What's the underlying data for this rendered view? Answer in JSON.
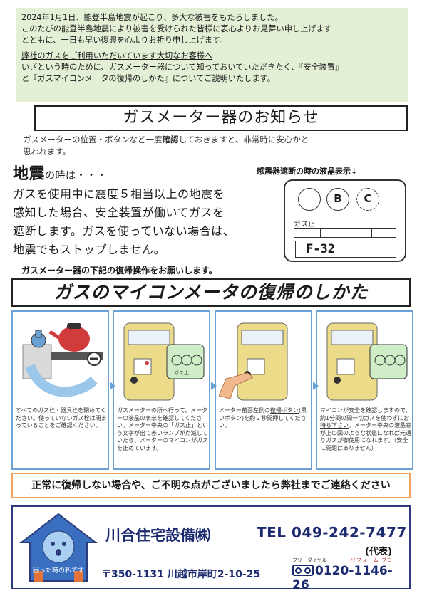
{
  "intro": {
    "line1": "2024年1月1日、能登半島地震が起こり、多大な被害をもたらしました。",
    "line2": "このたびの能登半島地震により被害を受けられた皆様に衷心よりお見舞い申し上げます",
    "line3": "とともに、一日も早い復興を心よりお祈り申し上げます。",
    "heading": "弊社のガスをご利用いただいています大切なお客様へ",
    "line4": "いざという時のために、ガスメーター器について知っておいていただきたく、『安全装置』",
    "line5": "と『ガスマイコンメータの復帰のしかた』についてご説明いたします。"
  },
  "title": "ガスメーター器のお知らせ",
  "intro2": {
    "before": "ガスメーターの位置・ボタンなど一度",
    "emph": "確認",
    "after": "しておきますと、非常時に安心かと",
    "line2": "思われます。"
  },
  "quake": {
    "word": "地震",
    "suffix": "の時は・・・",
    "line1": "ガスを使用中に震度５相当以上の地震を",
    "line2": "感知した場合、安全装置が働いてガスを",
    "line3": "遮断します。ガスを使っていない場合は、",
    "line4": "地震でもストップしません。"
  },
  "lcd": {
    "caption": "感震器遮断の時の液晶表示↓",
    "b": "B",
    "c": "C",
    "label": "ガス止",
    "code": "F-32"
  },
  "op_note": "ガスメーター器の下記の復帰操作をお願いします。",
  "howto_title": "ガスのマイコンメータの復帰のしかた",
  "steps": [
    {
      "text": "すべてのガス栓・器具栓を閉めてください。使っていないガス栓は閉まっていることをご確認ください。"
    },
    {
      "text": "ガスメーターの所へ行って、メーターの液晶の表示を確認してください。メーター中央の「ガス止」という文字が出て赤いランプが点滅していたら、メーターのマイコンがガスを止めています。",
      "panel_label": "ガス止"
    },
    {
      "prefix": "メーター前面左側の",
      "button": "復帰ボタン",
      "paren": "(黒いボタン)",
      "mid": "を",
      "press": "約２秒間",
      "suffix": "押してください。"
    },
    {
      "prefix": "マイコンが安全を確認しますので、",
      "wait": "約1分間",
      "mid": "の間一切ガスを使わずに",
      "wait2": "お待ち下さい",
      "suffix": "。メーター中央の液晶窓が上の図のような状態になれば元通りガスが御使用になれます。（安全に問題はありません）"
    }
  ],
  "contact_note": "正常に復帰しない場合や、ご不明な点がございましたら弊社までご連絡ください",
  "footer": {
    "mascot_text": "困った時の私です",
    "company": "川合住宅設備㈱",
    "tel": "TEL 049-242-7477",
    "rep": "(代表)",
    "address": "〒350-1131 川越市岸町2-10-25",
    "free_label": "フリーダイヤル",
    "reform_label": "リフォーム プロ",
    "free_number": "0120-1146-26"
  },
  "colors": {
    "intro_bg": "#e3f0d6",
    "step_border": "#6aa2d6",
    "contact_border": "#f0a35e",
    "footer_navy": "#1c2b70",
    "lamp_red": "#d23b3b",
    "meter_yellow": "#ecdc8a"
  },
  "icons": [
    "gas-valve-icon",
    "kettle-icon",
    "hand-pointer-icon",
    "phone-icon"
  ]
}
